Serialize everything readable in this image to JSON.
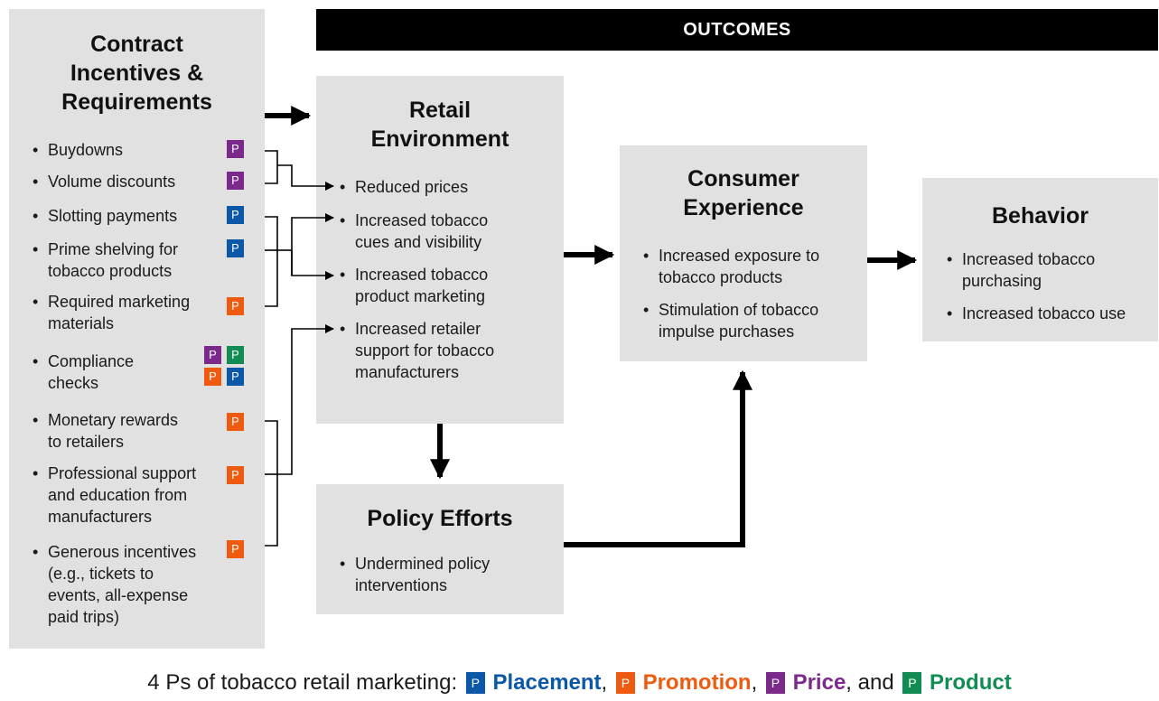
{
  "header": {
    "outcomes": "OUTCOMES"
  },
  "contract": {
    "title_lines": [
      "Contract",
      "Incentives &",
      "Requirements"
    ],
    "items": [
      {
        "lines": [
          "Buydowns"
        ],
        "ps": [
          "P"
        ]
      },
      {
        "lines": [
          "Volume discounts"
        ],
        "ps": [
          "P"
        ]
      },
      {
        "lines": [
          "Slotting payments"
        ],
        "ps": [
          "P"
        ]
      },
      {
        "lines": [
          "Prime shelving for",
          "tobacco products"
        ],
        "ps": [
          "P"
        ]
      },
      {
        "lines": [
          "Required marketing",
          "materials"
        ],
        "ps": [
          "P"
        ]
      },
      {
        "lines": [
          "Compliance",
          "checks"
        ],
        "ps": [
          "P",
          "P",
          "P",
          "P"
        ]
      },
      {
        "lines": [
          "Monetary rewards",
          "to retailers"
        ],
        "ps": [
          "P"
        ]
      },
      {
        "lines": [
          "Professional support",
          "and education from",
          "manufacturers"
        ],
        "ps": [
          "P"
        ]
      },
      {
        "lines": [
          "Generous incentives",
          "(e.g., tickets to",
          "events, all-expense",
          "paid trips)"
        ],
        "ps": [
          "P"
        ]
      }
    ]
  },
  "retail": {
    "title_lines": [
      "Retail",
      "Environment"
    ],
    "items": [
      {
        "lines": [
          "Reduced prices"
        ]
      },
      {
        "lines": [
          "Increased tobacco",
          "cues and visibility"
        ]
      },
      {
        "lines": [
          "Increased tobacco",
          "product marketing"
        ]
      },
      {
        "lines": [
          "Increased retailer",
          "support for tobacco",
          "manufacturers"
        ]
      }
    ]
  },
  "consumer": {
    "title_lines": [
      "Consumer",
      "Experience"
    ],
    "items": [
      {
        "lines": [
          "Increased exposure to",
          "tobacco products"
        ]
      },
      {
        "lines": [
          "Stimulation of tobacco",
          "impulse purchases"
        ]
      }
    ]
  },
  "behavior": {
    "title_lines": [
      "Behavior"
    ],
    "items": [
      {
        "lines": [
          "Increased tobacco",
          "purchasing"
        ]
      },
      {
        "lines": [
          "Increased tobacco use"
        ]
      }
    ]
  },
  "policy": {
    "title_lines": [
      "Policy Efforts"
    ],
    "items": [
      {
        "lines": [
          "Undermined policy",
          "interventions"
        ]
      }
    ]
  },
  "legend": {
    "intro": "4 Ps of tobacco retail marketing:",
    "chip": "P",
    "placement": "Placement",
    "promotion": "Promotion",
    "price": "Price",
    "and": "and",
    "product": "Product",
    "sep": ","
  },
  "colors": {
    "placement": "#0b57a8",
    "promotion": "#ee5a10",
    "price": "#7b2a8c",
    "product": "#118c52",
    "box": "#e1e1e2",
    "outcomes_bar": "#000000"
  }
}
